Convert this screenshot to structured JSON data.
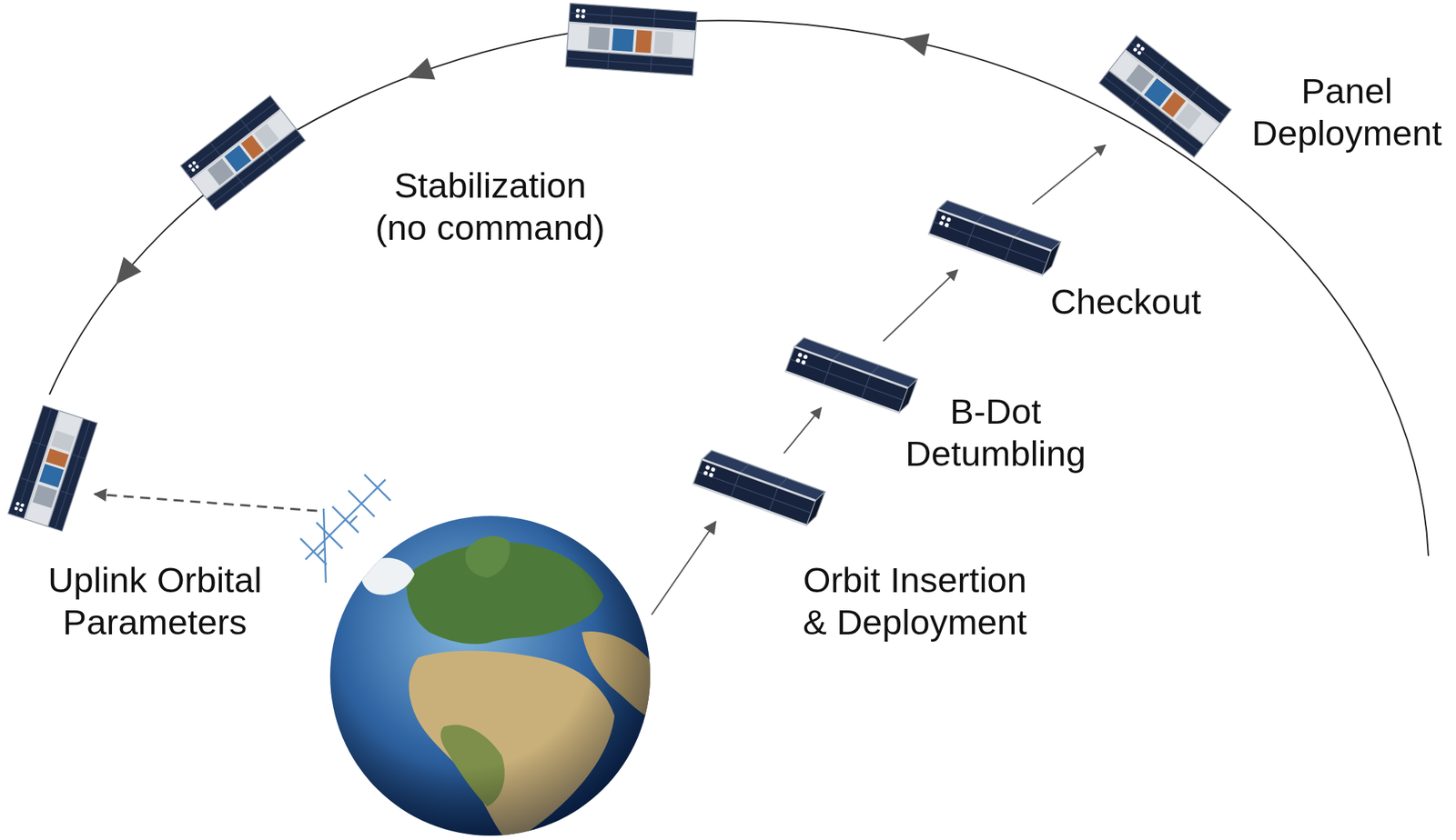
{
  "diagram": {
    "nodes": [
      {
        "text": [
          "Orbit Insertion & Deployment"
        ]
      },
      {
        "text": [
          "B-Dot Detumbling"
        ]
      },
      {
        "text": [
          "Checkout"
        ]
      },
      {
        "text": [
          "Panel Deployment"
        ]
      },
      {
        "text": [
          "Uplink Orbital Parameters"
        ]
      }
    ],
    "edges": [
      {
        "from": 0,
        "to": 1,
        "arrow": "to"
      },
      {
        "from": 1,
        "to": 2,
        "arrow": "to"
      },
      {
        "from": 2,
        "to": 3,
        "arrow": "to"
      }
    ],
    "labels": [
      "Stabilization (no command)"
    ]
  }
}
